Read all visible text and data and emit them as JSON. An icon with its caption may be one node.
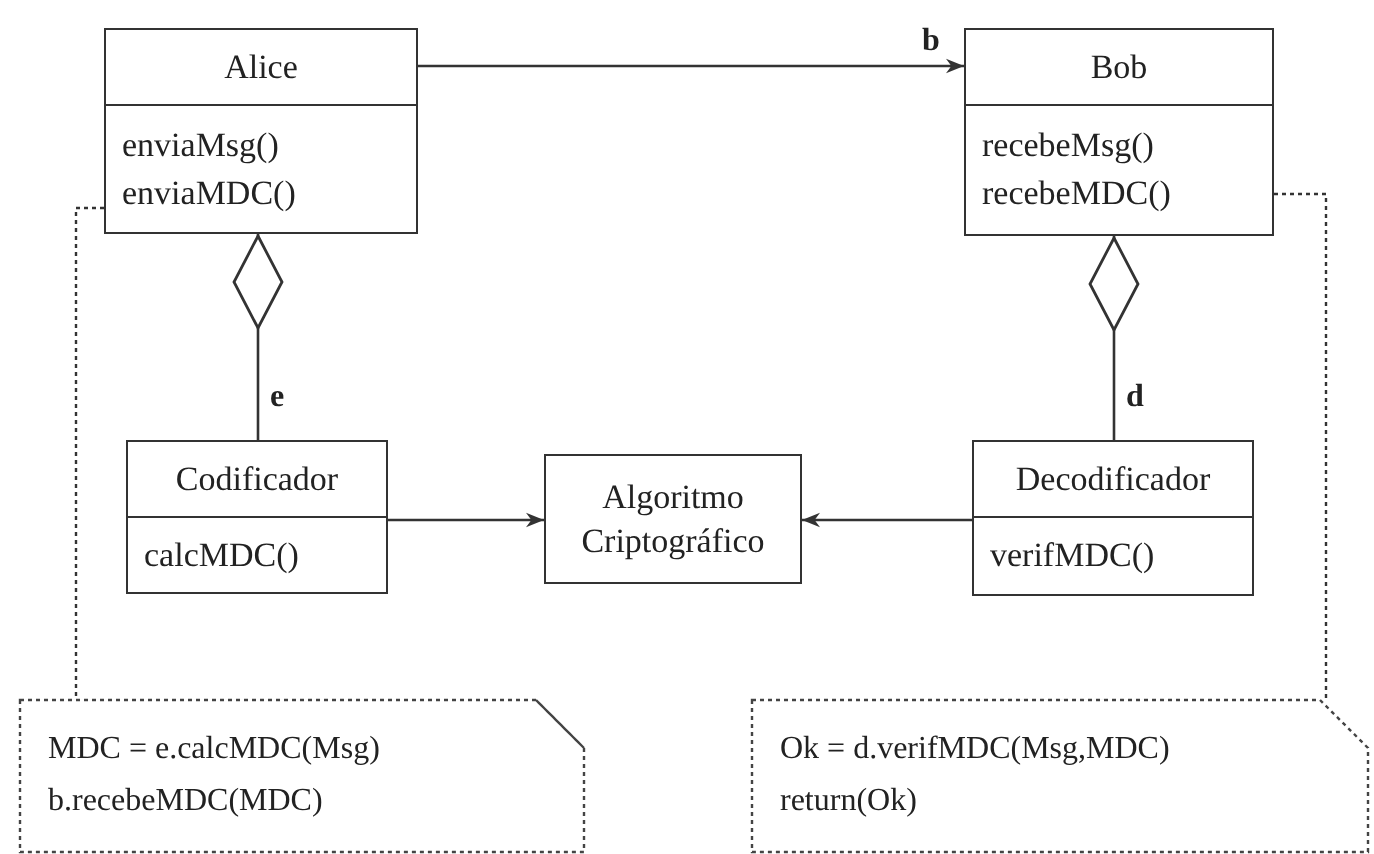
{
  "diagram": {
    "nodes": [
      {
        "text": [
          "Alice",
          "enviaMsg()",
          "enviaMDC()"
        ]
      },
      {
        "text": [
          "Bob",
          "recebeMsg()",
          "recebeMDC()"
        ]
      },
      {
        "text": [
          "Codificador",
          "calcMDC()"
        ]
      },
      {
        "text": [
          "Algoritmo Criptográfico"
        ]
      },
      {
        "text": [
          "Decodificador",
          "verifMDC()"
        ]
      },
      {
        "text": [
          "MDC = e.calcMDC(Msg)",
          "b.recebeMDC(MDC)"
        ]
      },
      {
        "text": [
          "Ok = d.verifMDC(Msg,MDC)",
          "return(Ok)"
        ]
      }
    ],
    "edges": [
      {
        "from": 0,
        "to": 1,
        "arrow": "to",
        "label": "b"
      },
      {
        "from": 0,
        "to": 2,
        "arrow": "other",
        "label": "e"
      },
      {
        "from": 1,
        "to": 4,
        "arrow": "other",
        "label": "d"
      },
      {
        "from": 2,
        "to": 3,
        "arrow": "to"
      },
      {
        "from": 4,
        "to": 3,
        "arrow": "to"
      },
      {
        "from": 0,
        "to": 5,
        "arrow": "none",
        "style": "dashed"
      },
      {
        "from": 1,
        "to": 6,
        "arrow": "none",
        "style": "dashed"
      }
    ]
  }
}
